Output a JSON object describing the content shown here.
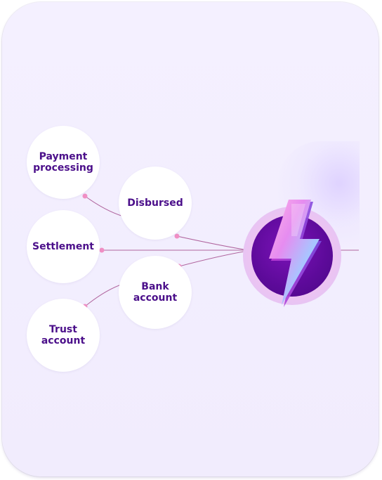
{
  "diagram": {
    "nodes": [
      {
        "id": "payment-processing",
        "lines": [
          "Payment",
          "processing"
        ]
      },
      {
        "id": "disbursed",
        "lines": [
          "Disbursed"
        ]
      },
      {
        "id": "settlement",
        "lines": [
          "Settlement"
        ]
      },
      {
        "id": "bank-account",
        "lines": [
          "Bank",
          "account"
        ]
      },
      {
        "id": "trust-account",
        "lines": [
          "Trust",
          "account"
        ]
      }
    ],
    "hub": {
      "icon": "lightning-bolt-icon"
    }
  },
  "colors": {
    "card_background": "#f3efff",
    "node_text": "#4b0f8a",
    "connector_line": "#b0669f",
    "connector_dot": "#f08fc4",
    "hub_inner": "#5c0a99",
    "hub_ring": "#f3c6ef"
  }
}
